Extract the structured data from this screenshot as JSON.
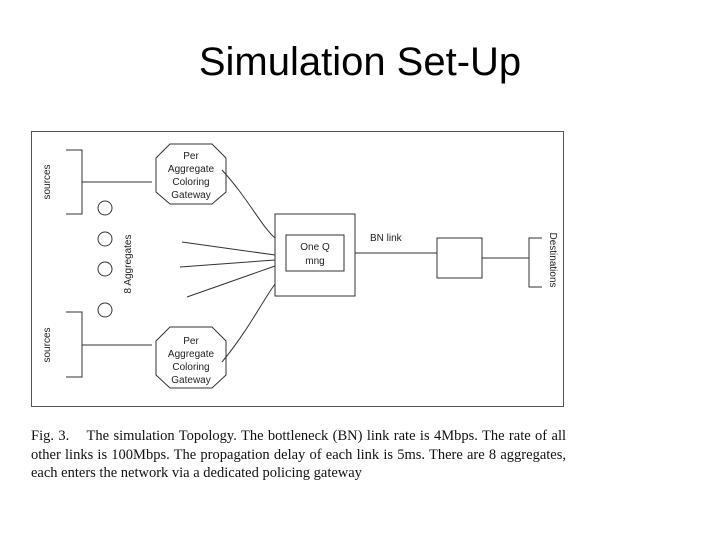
{
  "slide": {
    "title": "Simulation Set-Up"
  },
  "diagram": {
    "gateway_top": [
      "Per",
      "Aggregate",
      "Coloring",
      "Gateway"
    ],
    "gateway_bottom": [
      "Per",
      "Aggregate",
      "Coloring",
      "Gateway"
    ],
    "sources_top": "sources",
    "sources_bottom": "sources",
    "aggregates_label": "8 Aggregates",
    "queue_box": [
      "One Q",
      "mng"
    ],
    "bn_link": "BN link",
    "destinations": "Destinations"
  },
  "caption": {
    "fig": "Fig. 3.",
    "text": "The simulation Topology. The bottleneck (BN) link rate is 4Mbps. The rate of all other links is 100Mbps. The propagation delay of each link is 5ms. There are 8 aggregates, each enters the network via a dedicated policing gateway"
  }
}
